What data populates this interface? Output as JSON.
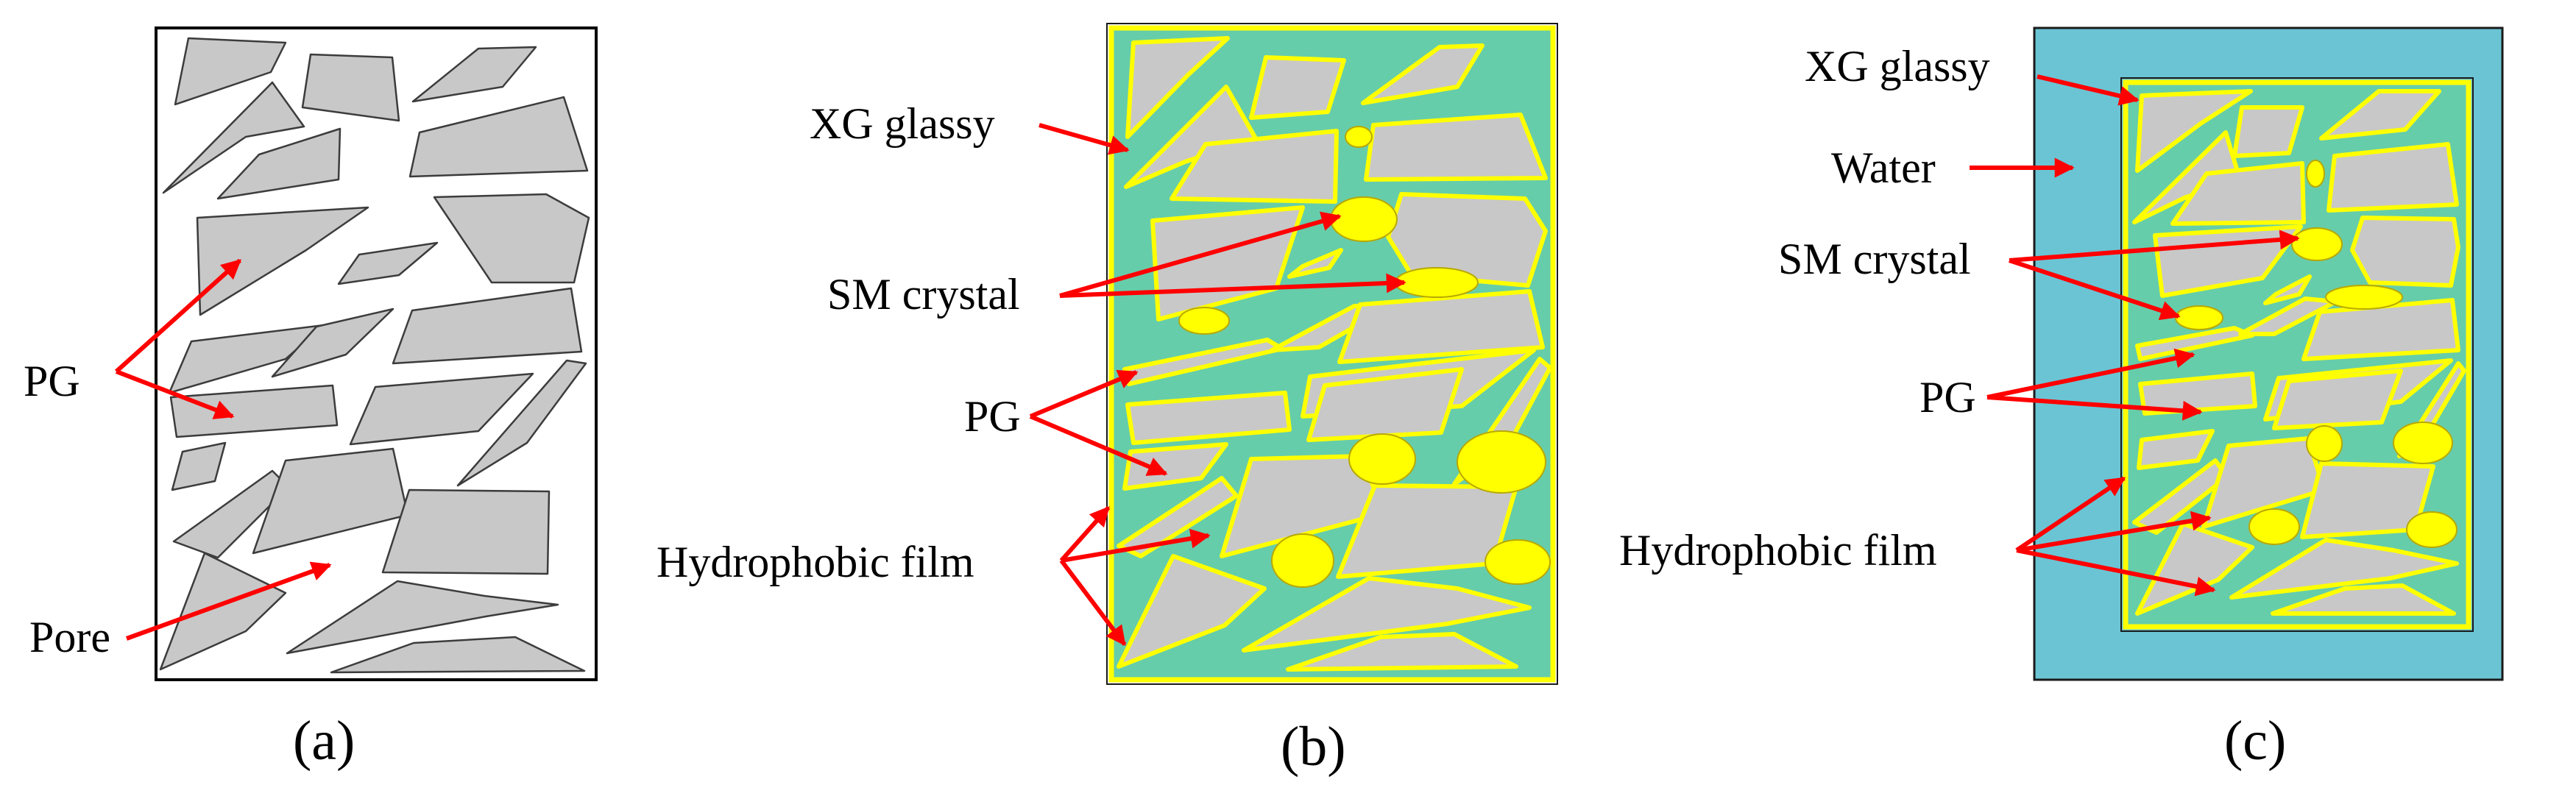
{
  "colors": {
    "background": "#ffffff",
    "pg_particle": "#c8c8c8",
    "xg_glassy": "#66cdaa",
    "hydrophobic_film": "#ffff00",
    "sm_crystal": "#ffff00",
    "water": "#6bc4d4",
    "arrow": "#ff0000"
  },
  "panel_a": {
    "caption": "(a)",
    "labels": {
      "pg": "PG",
      "pore": "Pore"
    }
  },
  "panel_b": {
    "caption": "(b)",
    "labels": {
      "xg_glassy": "XG glassy",
      "sm_crystal": "SM crystal",
      "pg": "PG",
      "hydrophobic_film": "Hydrophobic film"
    }
  },
  "panel_c": {
    "caption": "(c)",
    "labels": {
      "xg_glassy": "XG glassy",
      "water": "Water",
      "sm_crystal": "SM crystal",
      "pg": "PG",
      "hydrophobic_film": "Hydrophobic film"
    }
  }
}
